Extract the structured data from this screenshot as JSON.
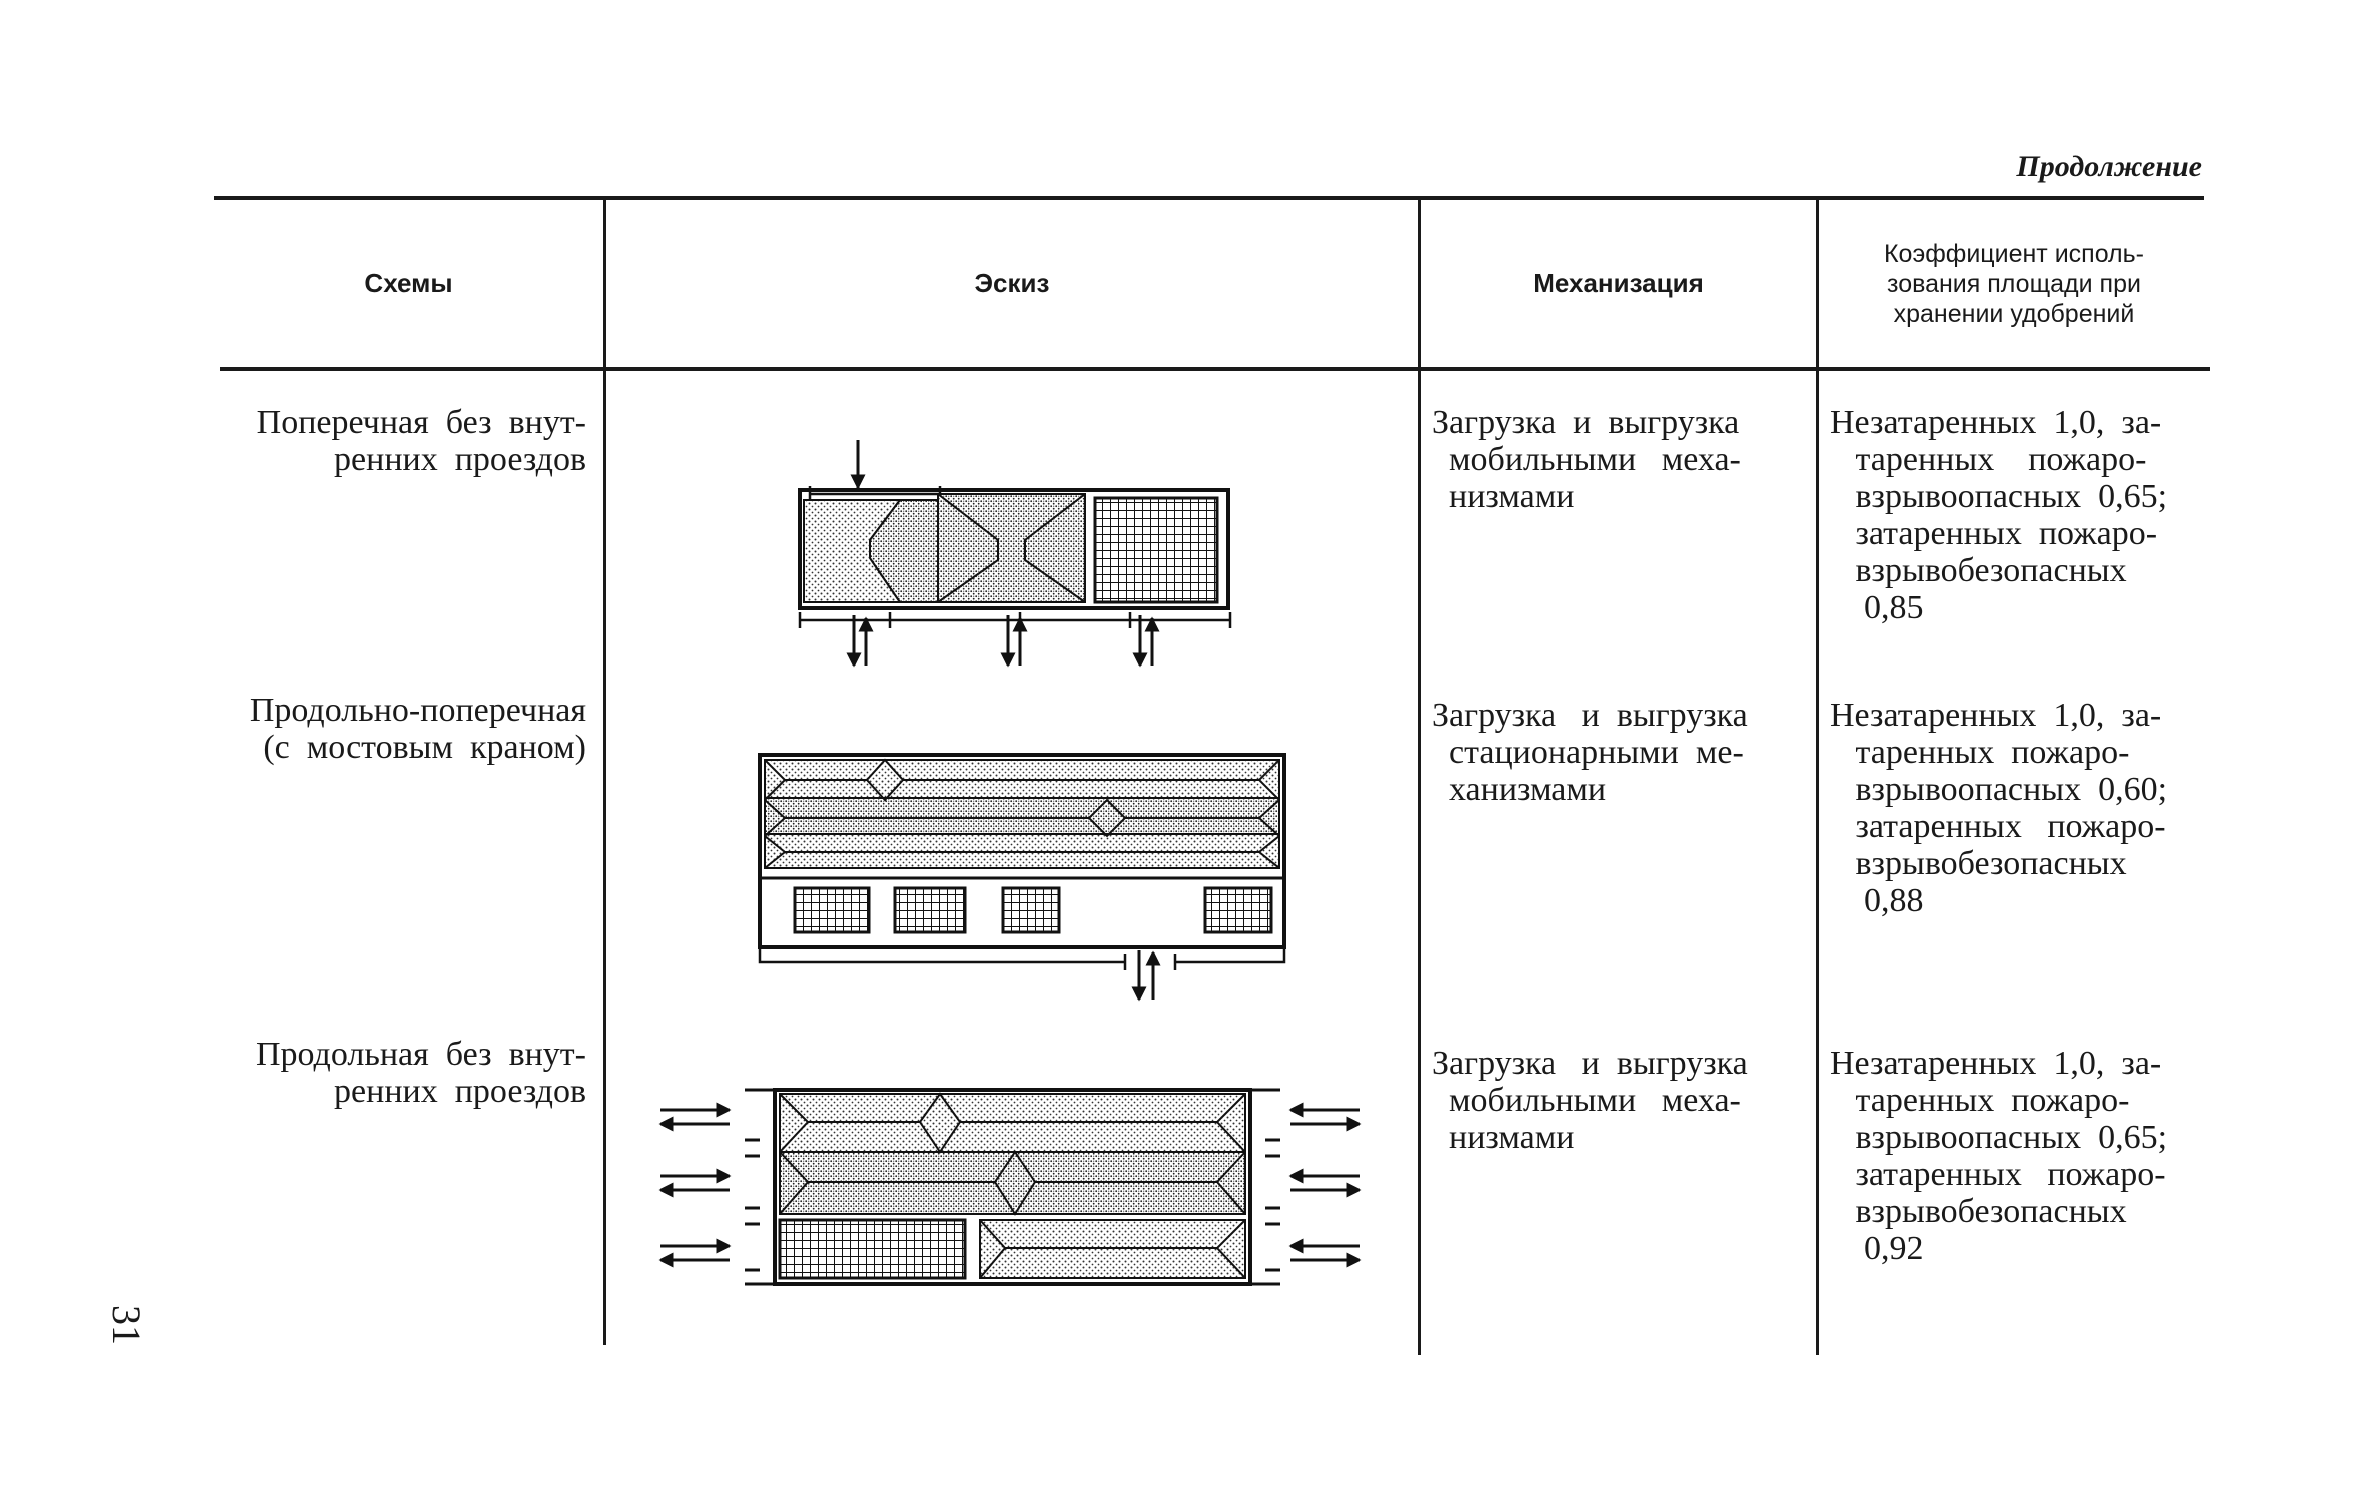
{
  "page": {
    "continued_label": "Продолжение",
    "page_number": "31"
  },
  "table": {
    "headers": {
      "scheme": "Схемы",
      "sketch": "Эскиз",
      "mechanization": "Механизация",
      "coefficient": "Коэффициент исполь-\nзования площади при\nхранении удобрений"
    },
    "rows": [
      {
        "scheme": "Поперечная  без  внут-\nренних  проездов",
        "mechanization": "Загрузка  и  выгрузка\n  мобильными   меха-\n  низмами",
        "coefficient": "Незатаренных  1,0,  за-\n   таренных    пожаро-\n   взрывоопасных  0,65;\n   затаренных  пожаро-\n   взрывобезопасных\n    0,85"
      },
      {
        "scheme": "Продольно-поперечная\n(с  мостовым  краном)",
        "mechanization": "Загрузка   и  выгрузка\n  стационарными  ме-\n  ханизмами",
        "coefficient": "Незатаренных  1,0,  за-\n   таренных  пожаро-\n   взрывоопасных  0,60;\n   затаренных   пожаро-\n   взрывобезопасных\n    0,88"
      },
      {
        "scheme": "Продольная  без  внут-\nренних  проездов",
        "mechanization": "Загрузка   и  выгрузка\n  мобильными   меха-\n  низмами",
        "coefficient": "Незатаренных  1,0,  за-\n   таренных  пожаро-\n   взрывоопасных  0,65;\n   затаренных   пожаро-\n   взрывобезопасных\n    0,92"
      }
    ]
  },
  "colors": {
    "ink": "#1a1a1a",
    "paper": "#ffffff",
    "fill_light": "#c8c8c8",
    "fill_dark": "#9a9a9a"
  }
}
